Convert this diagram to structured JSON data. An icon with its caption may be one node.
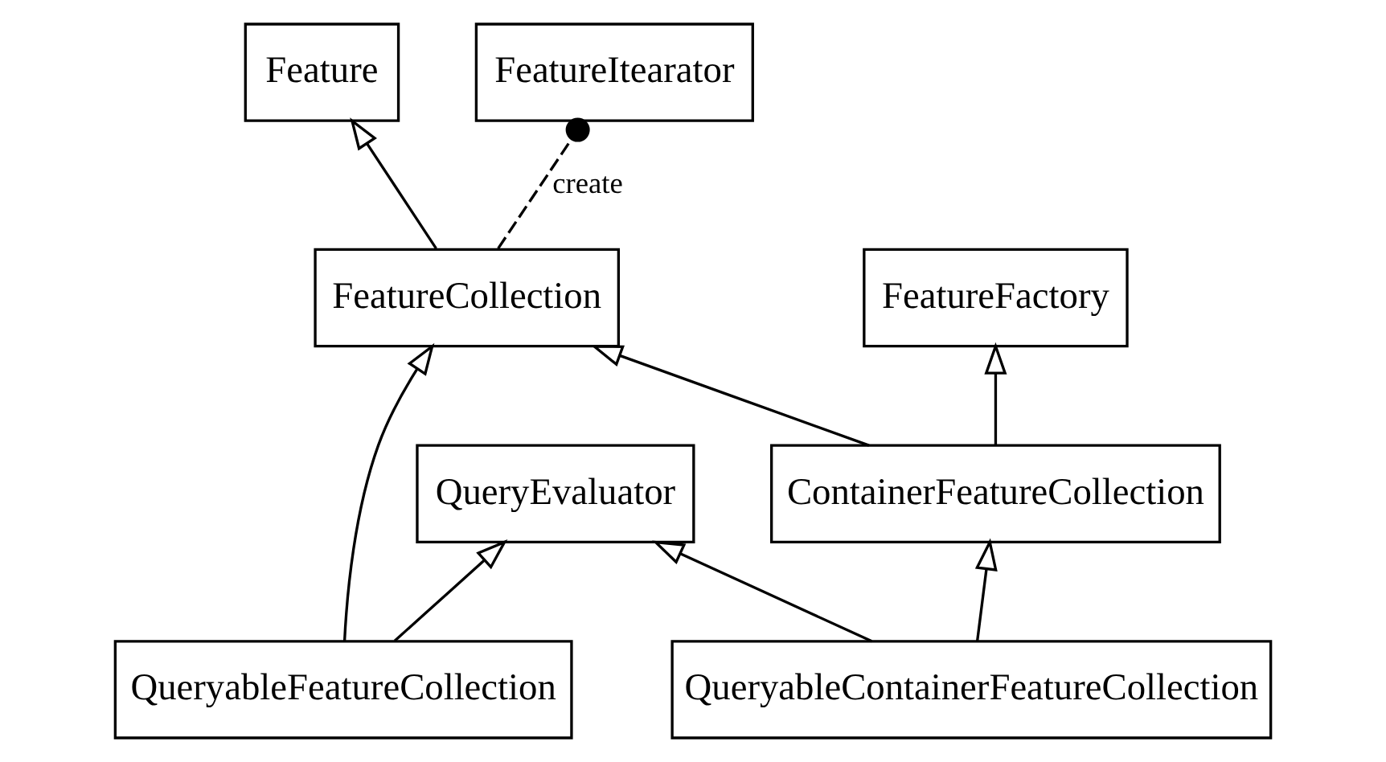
{
  "diagram": {
    "nodes": [
      {
        "text": [
          "Feature"
        ]
      },
      {
        "text": [
          "FeatureItearator"
        ]
      },
      {
        "text": [
          "FeatureFactory"
        ]
      },
      {
        "text": [
          "QueryEvaluator"
        ]
      },
      {
        "text": [
          "FeatureCollection"
        ]
      },
      {
        "text": [
          "QueryableFeatureCollection"
        ]
      },
      {
        "text": [
          "ContainerFeatureCollection"
        ]
      },
      {
        "text": [
          "QueryableContainerFeatureCollection"
        ]
      }
    ],
    "edges": [
      {
        "from": 4,
        "to": 0,
        "arrow": "to"
      },
      {
        "from": 4,
        "to": 1,
        "arrow": "other",
        "label": "create",
        "style": "dashed"
      },
      {
        "from": 5,
        "to": 3,
        "arrow": "to"
      },
      {
        "from": 5,
        "to": 4,
        "arrow": "to"
      },
      {
        "from": 6,
        "to": 4,
        "arrow": "to"
      },
      {
        "from": 6,
        "to": 2,
        "arrow": "to"
      },
      {
        "from": 7,
        "to": 3,
        "arrow": "to"
      },
      {
        "from": 7,
        "to": 6,
        "arrow": "to"
      }
    ]
  }
}
